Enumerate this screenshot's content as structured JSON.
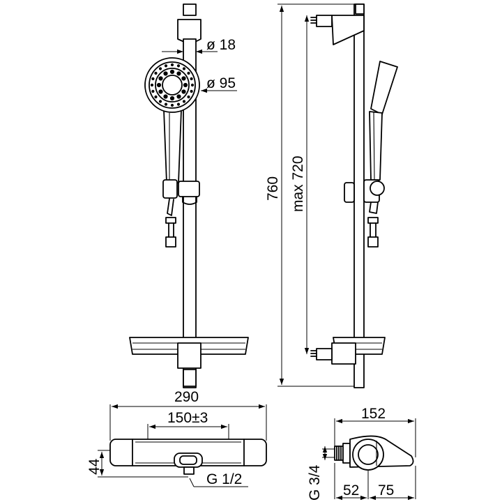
{
  "dimensions": {
    "rail_diameter": "ø 18",
    "head_diameter": "ø 95",
    "total_height": "760",
    "max_slide": "max 720",
    "mixer_width": "290",
    "center_distance": "150±3",
    "mixer_height": "44",
    "outlet_thread": "G 1/2",
    "side_depth": "152",
    "inlet_thread": "G 3/4",
    "side_part_a": "52",
    "side_part_b": "75"
  },
  "colors": {
    "line": "#000000",
    "background": "#ffffff"
  }
}
